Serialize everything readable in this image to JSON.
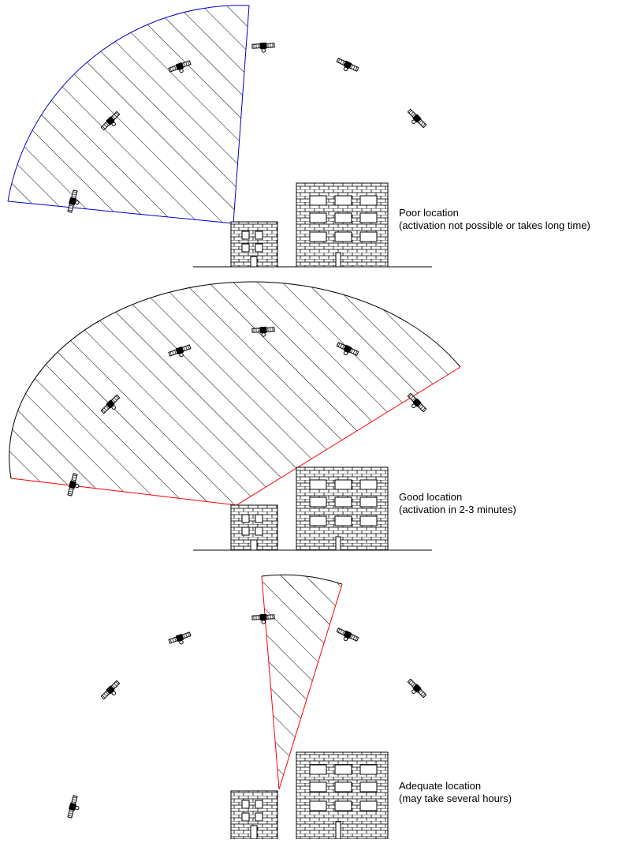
{
  "panels": [
    {
      "id": "poor",
      "title": "Poor location",
      "subtitle": "(activation not possible or takes long time)",
      "sky_color": "#0000cc",
      "edge_color": "#0000cc"
    },
    {
      "id": "good",
      "title": "Good location",
      "subtitle": "(activation in 2-3 minutes)",
      "sky_color": "#000000",
      "edge_color": "#ff0000"
    },
    {
      "id": "adequate",
      "title": "Adequate  location",
      "subtitle": "(may take several hours)",
      "sky_color": "#000000",
      "edge_color": "#ff0000"
    }
  ],
  "icons": {
    "satellite": "satellite-icon",
    "building": "brick-building-icon"
  },
  "colors": {
    "line": "#000000",
    "background": "#ffffff"
  }
}
